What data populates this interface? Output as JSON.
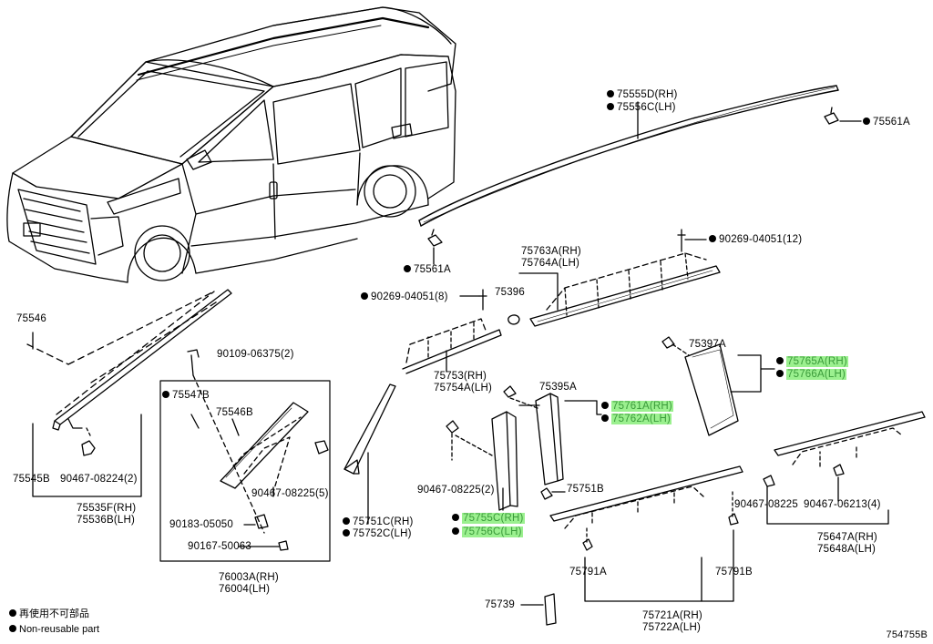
{
  "labels": {
    "l75555D": "75555D(RH)",
    "l75556C": "75556C(LH)",
    "l75561A_r": "75561A",
    "l75561A_m": "75561A",
    "l90269_r": "90269-04051(12)",
    "l75763A": "75763A(RH)",
    "l75764A": "75764A(LH)",
    "l75396": "75396",
    "l90269_m": "90269-04051(8)",
    "l75546": "75546",
    "l90109": "90109-06375(2)",
    "l75547B": "75547B",
    "l75546B": "75546B",
    "l75753": "75753(RH)",
    "l75754A": "75754A(LH)",
    "l75395A": "75395A",
    "l75397A": "75397A",
    "l75765A": "75765A(RH)",
    "l75766A": "75766A(LH)",
    "l75761A": "75761A(RH)",
    "l75762A": "75762A(LH)",
    "l75545B": "75545B",
    "l90467_08224": "90467-08224(2)",
    "l75535F": "75535F(RH)",
    "l75536B": "75536B(LH)",
    "l90467_08225_5": "90467-08225(5)",
    "l90183": "90183-05050",
    "l90167": "90167-50063",
    "l76003A": "76003A(RH)",
    "l76004": "76004(LH)",
    "l75751C": "75751C(RH)",
    "l75752C": "75752C(LH)",
    "l90467_08225_2": "90467-08225(2)",
    "l75755C": "75755C(RH)",
    "l75756C": "75756C(LH)",
    "l75751B": "75751B",
    "l90467_08225_r": "90467-08225",
    "l90467_06213": "90467-06213(4)",
    "l75647A": "75647A(RH)",
    "l75648A": "75648A(LH)",
    "l75791A": "75791A",
    "l75791B": "75791B",
    "l75739": "75739",
    "l75721A": "75721A(RH)",
    "l75722A": "75722A(LH)"
  },
  "legend": {
    "jp": "再使用不可部品",
    "en": "Non-reusable part"
  },
  "diagram_ref": "754755B",
  "highlight_color": "#9bf08f",
  "highlight_text_color": "#3a9a3a"
}
